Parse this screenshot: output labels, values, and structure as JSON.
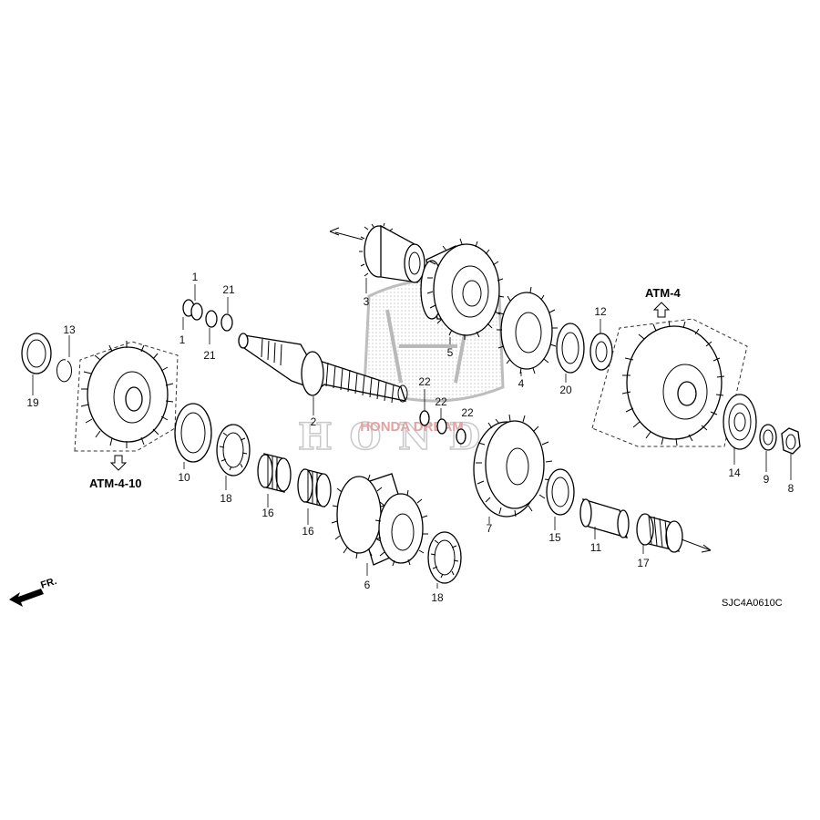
{
  "diagram": {
    "catalog_code": "SJC4A0610C",
    "direction_label": "FR.",
    "reference_labels": {
      "atm4": "ATM-4",
      "atm410": "ATM-4-10"
    },
    "watermark": {
      "brand": "HONDA",
      "dealer": "HONDA DREAM"
    },
    "callouts": {
      "c1a": "1",
      "c1b": "1",
      "c2": "2",
      "c3": "3",
      "c4": "4",
      "c5": "5",
      "c6": "6",
      "c7": "7",
      "c8": "8",
      "c9": "9",
      "c10": "10",
      "c11": "11",
      "c12": "12",
      "c13": "13",
      "c14": "14",
      "c15": "15",
      "c16a": "16",
      "c16b": "16",
      "c17": "17",
      "c18a": "18",
      "c18b": "18",
      "c19": "19",
      "c20": "20",
      "c21a": "21",
      "c21b": "21",
      "c22a": "22",
      "c22b": "22",
      "c22c": "22"
    }
  }
}
